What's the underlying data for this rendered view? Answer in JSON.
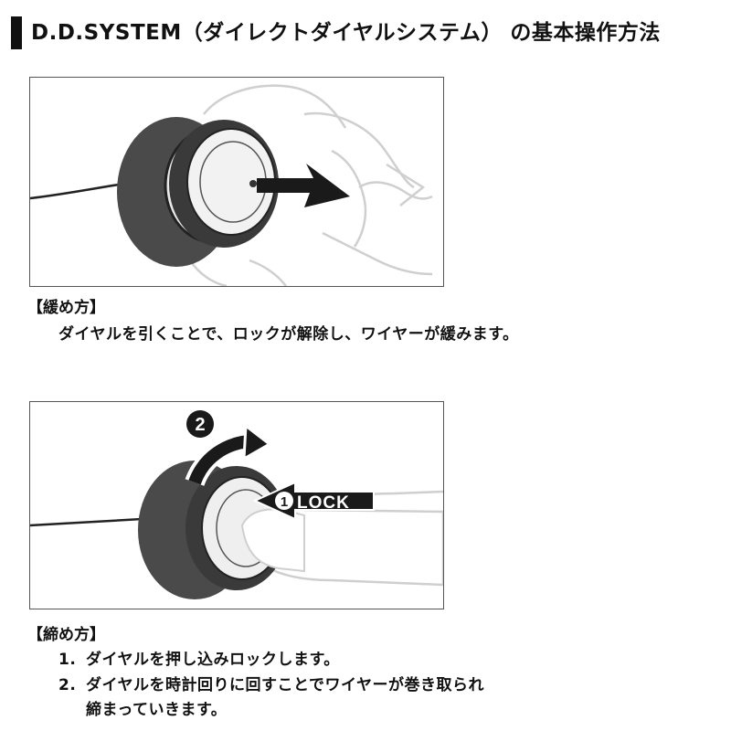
{
  "header": {
    "title": "D.D.SYSTEM（ダイレクトダイヤルシステム） の基本操作方法"
  },
  "loosen": {
    "heading": "【緩め方】",
    "text": "ダイヤルを引くことで、ロックが解除し、ワイヤーが緩みます。"
  },
  "tighten": {
    "heading": "【締め方】",
    "steps": [
      {
        "num": "1.",
        "text": "ダイヤルを押し込みロックします。"
      },
      {
        "num": "2.",
        "text": "ダイヤルを時計回りに回すことでワイヤーが巻き取られ",
        "cont": "締まっていきます。"
      }
    ]
  },
  "figure2": {
    "step2_label": "2",
    "step1_label": "1",
    "lock_label": "LOCK"
  },
  "colors": {
    "shell": "#4a4a4a",
    "dial": "#3a3a3a",
    "arrow": "#1a1a1a",
    "hand_stroke": "#cfcfcf"
  }
}
